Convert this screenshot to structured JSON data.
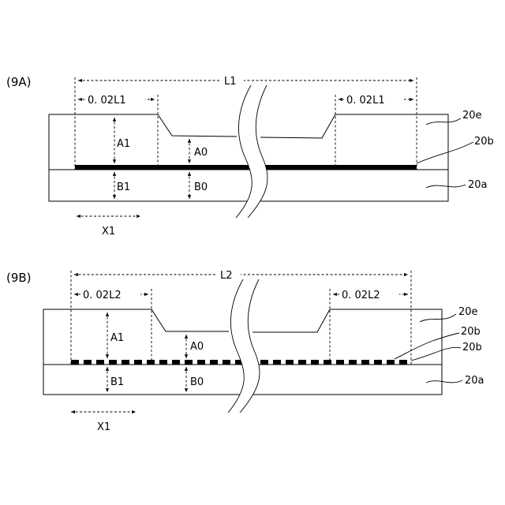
{
  "panel_a": {
    "label": "(9A)",
    "overall_length": "L1",
    "edge_length_left": "0. 02L1",
    "edge_length_right": "0. 02L1",
    "thick_region": "A1",
    "thin_region": "A0",
    "lower_left": "B1",
    "lower_center": "B0",
    "range": "X1",
    "callouts": [
      "20e",
      "20b",
      "20a"
    ]
  },
  "panel_b": {
    "label": "(9B)",
    "overall_length": "L2",
    "edge_length_left": "0. 02L2",
    "edge_length_right": "0. 02L2",
    "thick_region": "A1",
    "thin_region": "A0",
    "lower_left": "B1",
    "lower_center": "B0",
    "range": "X1",
    "callouts": [
      "20e",
      "20b",
      "20b",
      "20a"
    ]
  }
}
